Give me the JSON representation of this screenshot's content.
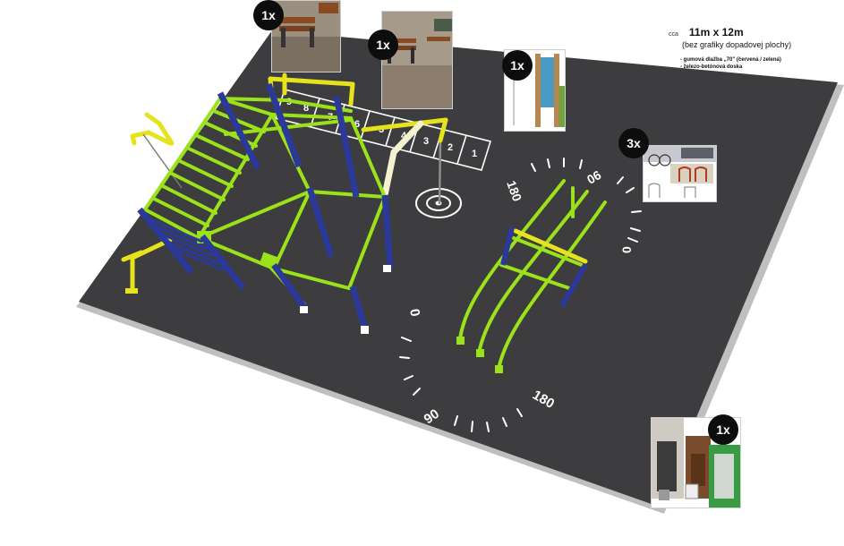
{
  "info": {
    "prefix": "cca",
    "dimensions": "11m x 12m",
    "subtitle": "(bez grafiky dopadovej plochy)",
    "notes": [
      "- gumová dlažba „70\" (červená / zelená)",
      "- železo-betónová doska"
    ]
  },
  "badges": {
    "bench_a": "1x",
    "bench_b": "1x",
    "info_board": "1x",
    "bike_rack": "3x",
    "trash_bin": "1x"
  },
  "ground": {
    "hopscotch_numbers": [
      "1",
      "2",
      "3",
      "4",
      "5",
      "6",
      "7",
      "8",
      "9"
    ],
    "dial_right_labels": [
      "180",
      "90",
      "0"
    ],
    "dial_left_labels": [
      "0",
      "90",
      "180"
    ]
  },
  "colors": {
    "surface": "#3d3d3f",
    "surface_edge": "#bdbdbd",
    "post_blue": "#2b3a9a",
    "bar_green": "#9be21a",
    "bar_yellow": "#e6e31e",
    "marking": "#ffffff"
  }
}
